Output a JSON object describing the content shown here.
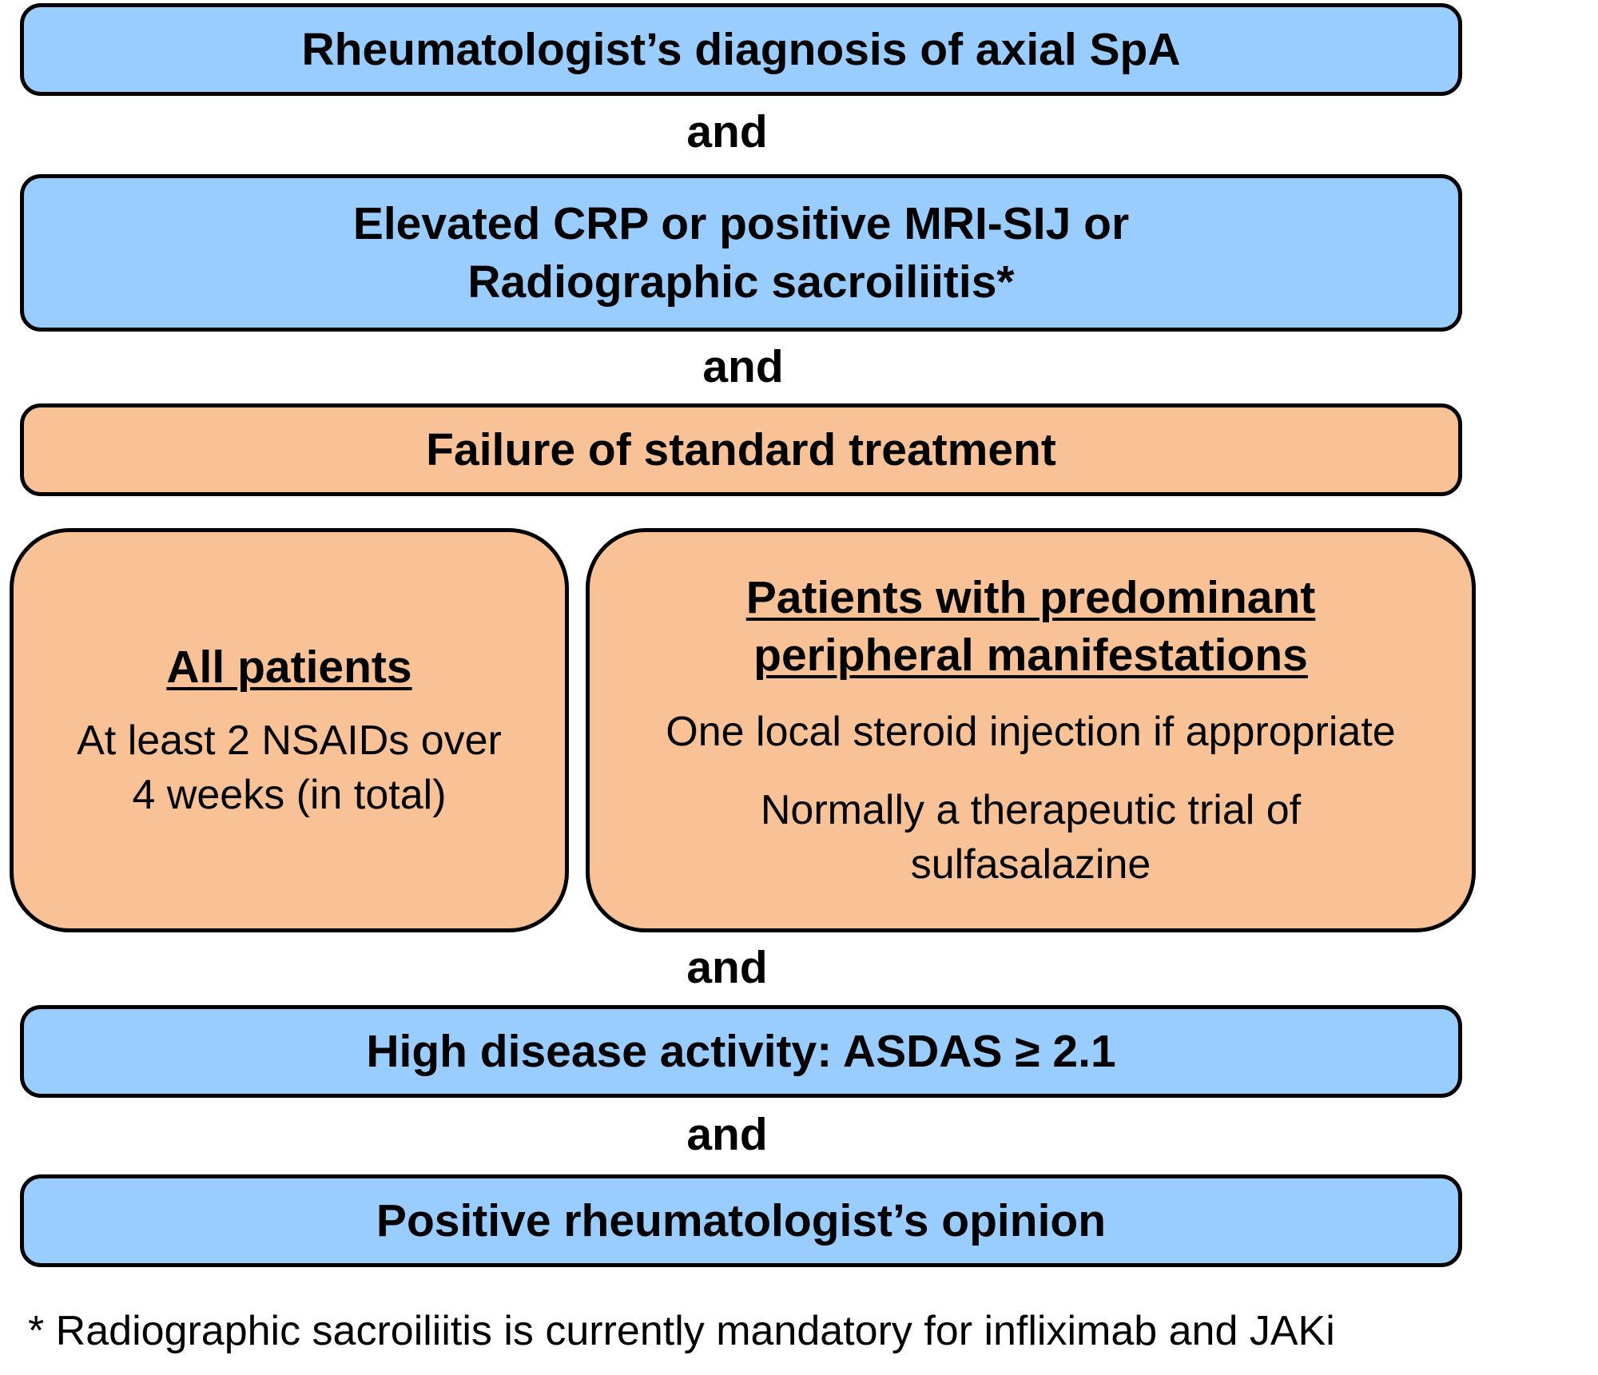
{
  "criteria": {
    "diagnosis": "Rheumatologist’s diagnosis of axial SpA",
    "objective_signs_line1": "Elevated CRP or positive MRI-SIJ or",
    "objective_signs_line2": "Radiographic sacroiliitis*",
    "treatment_failure": "Failure of standard treatment",
    "disease_activity": "High disease activity: ASDAS ≥ 2.1",
    "opinion": "Positive rheumatologist’s opinion"
  },
  "connectors": [
    "and",
    "and",
    "and",
    "and"
  ],
  "all_patients": {
    "title": "All patients",
    "text_line1": "At least 2 NSAIDs over",
    "text_line2": "4 weeks (in total)"
  },
  "peripheral": {
    "title_line1": "Patients with predominant",
    "title_line2": "peripheral manifestations",
    "item1": "One local steroid injection if appropriate",
    "item2_line1": "Normally a therapeutic trial of",
    "item2_line2": "sulfasalazine"
  },
  "footnote": "* Radiographic sacroiliitis is currently mandatory for infliximab and JAKi",
  "colors": {
    "blue_box": "#99ccff",
    "orange_box": "#f8c196",
    "border": "#000000"
  }
}
